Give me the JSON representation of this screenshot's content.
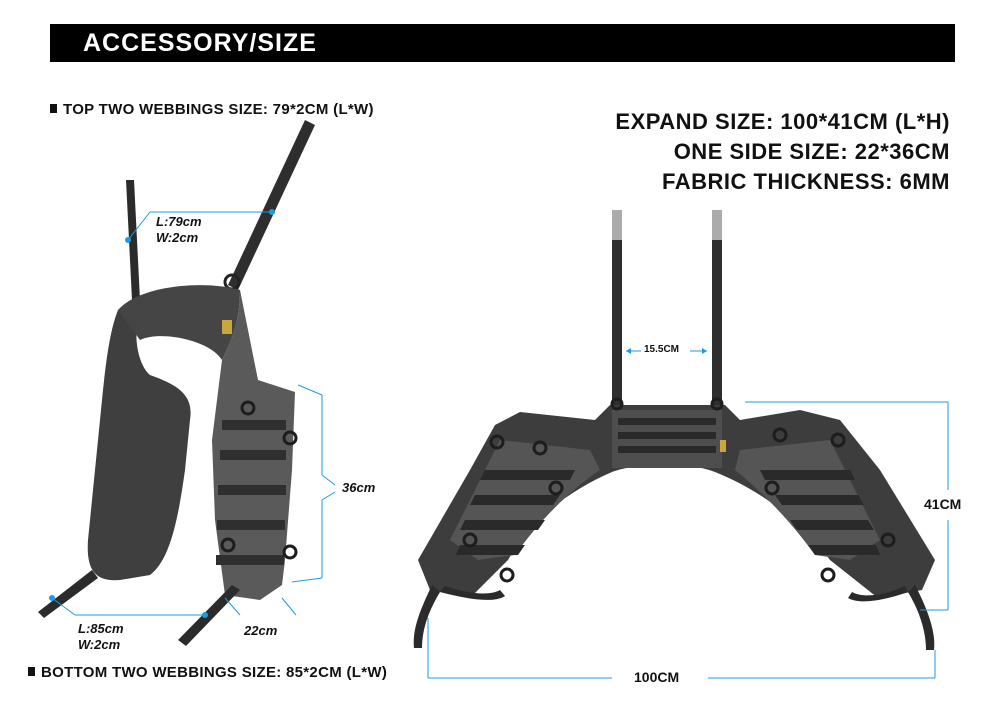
{
  "header": {
    "title": "ACCESSORY/SIZE"
  },
  "notes": {
    "top_webbings": "TOP TWO WEBBINGS SIZE: 79*2CM (L*W)",
    "bottom_webbings": "BOTTOM TWO WEBBINGS SIZE: 85*2CM (L*W)"
  },
  "specs": {
    "expand_size": "EXPAND SIZE: 100*41CM (L*H)",
    "one_side_size": "ONE SIDE SIZE: 22*36CM",
    "fabric_thickness": "FABRIC THICKNESS: 6MM"
  },
  "side_view": {
    "top_length": "L:79cm",
    "top_width": "W:2cm",
    "height": "36cm",
    "bottom_length": "L:85cm",
    "bottom_width": "W:2cm",
    "width": "22cm"
  },
  "front_view": {
    "strap_gap": "15.5CM",
    "height": "41CM",
    "length": "100CM"
  },
  "colors": {
    "accent_line": "#1e9be0",
    "fabric_dark": "#3a3a3a",
    "fabric_mid": "#575757",
    "background": "#ffffff"
  }
}
